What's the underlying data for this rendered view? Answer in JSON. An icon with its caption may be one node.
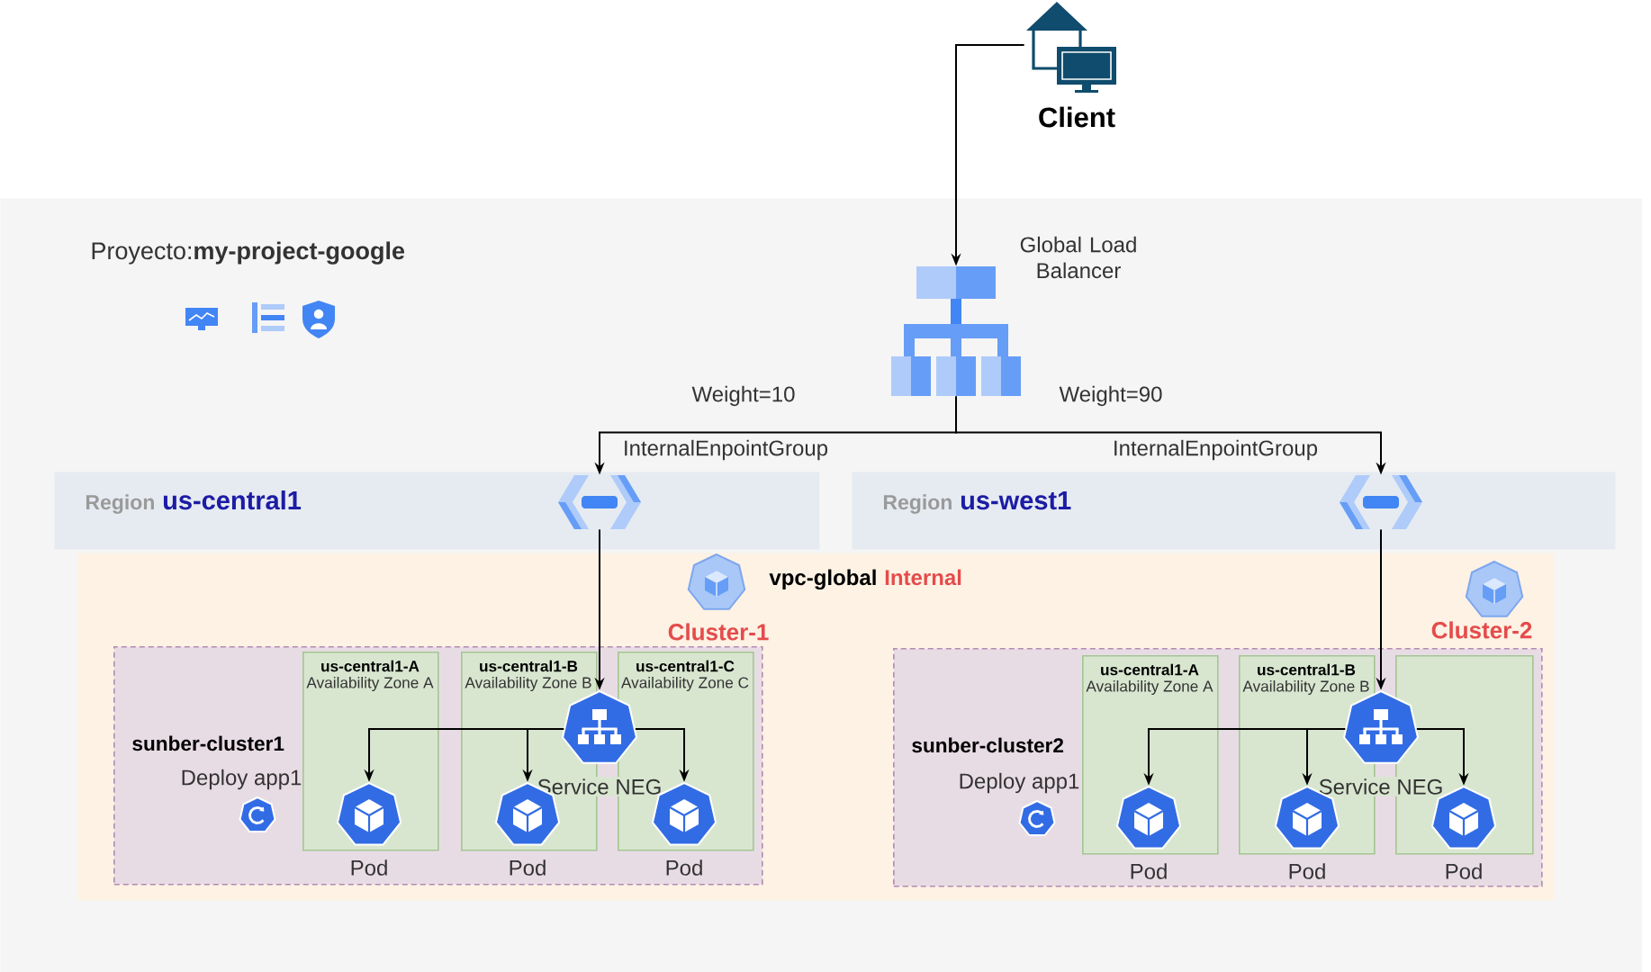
{
  "diagram": {
    "nodes": [
      {
        "text": [
          "Proyecto:**my-project-google**"
        ]
      },
      {
        "text": [],
        "shape": "picture",
        "beside": [
          "Client"
        ]
      },
      {
        "text": [],
        "shape": "picture",
        "beside": [
          "Global Load Balancer"
        ],
        "in": 0
      },
      {
        "text": [
          "Region",
          "us-central1"
        ],
        "in": 0
      },
      {
        "text": [],
        "shape": "picture",
        "beside": [
          "InternalEnpointGroup"
        ],
        "in": 3
      },
      {
        "text": [
          "Region",
          "us-west1"
        ],
        "in": 0
      },
      {
        "text": [],
        "shape": "picture",
        "beside": [
          "InternalEnpointGroup"
        ],
        "in": 5
      },
      {
        "text": [
          "vpc-global",
          "Internal"
        ],
        "in": 0
      },
      {
        "text": [],
        "shape": "picture",
        "beside": [
          "Cluster-1"
        ],
        "in": 7
      },
      {
        "text": [],
        "shape": "picture",
        "beside": [
          "Cluster-2"
        ],
        "in": 7
      },
      {
        "text": [
          "us-central1-A",
          "Availability Zone A"
        ],
        "in": 13
      },
      {
        "text": [
          "us-central1-B",
          "Availability Zone B"
        ],
        "in": 13
      },
      {
        "text": [
          "us-central1-C",
          "Availability Zone C"
        ],
        "in": 13
      },
      {
        "text": [
          "sunber-cluster1"
        ],
        "in": 7
      },
      {
        "text": [],
        "shape": "picture",
        "beside": [
          "Deploy app1"
        ],
        "in": 13
      },
      {
        "text": [
          "Service NEG"
        ],
        "in": 13
      },
      {
        "text": [],
        "shape": "picture",
        "beside": [
          "Pod"
        ],
        "in": 10
      },
      {
        "text": [],
        "shape": "picture",
        "beside": [
          "Pod"
        ],
        "in": 11
      },
      {
        "text": [],
        "shape": "picture",
        "beside": [
          "Pod"
        ],
        "in": 12
      },
      {
        "text": [
          "us-central1-A",
          "Availability Zone A"
        ],
        "in": 22
      },
      {
        "text": [
          "us-central1-B",
          "Availability Zone B"
        ],
        "in": 22
      },
      {
        "text": [],
        "shape": "box",
        "in": 22
      },
      {
        "text": [
          "sunber-cluster2"
        ],
        "in": 7
      },
      {
        "text": [],
        "shape": "picture",
        "beside": [
          "Deploy app1"
        ],
        "in": 22
      },
      {
        "text": [
          "Service NEG"
        ],
        "in": 22
      },
      {
        "text": [],
        "shape": "picture",
        "beside": [
          "Pod"
        ],
        "in": 19
      },
      {
        "text": [],
        "shape": "picture",
        "beside": [
          "Pod"
        ],
        "in": 20
      },
      {
        "text": [],
        "shape": "picture",
        "beside": [
          "Pod"
        ],
        "in": 21
      }
    ],
    "edges": [
      {
        "from": 1,
        "to": 2,
        "arrow": "to"
      },
      {
        "from": 2,
        "to": 4,
        "arrow": "to",
        "label": "Weight=10"
      },
      {
        "from": 2,
        "to": 6,
        "arrow": "to",
        "label": "Weight=90"
      },
      {
        "from": 4,
        "to": 15,
        "arrow": "to"
      },
      {
        "from": 6,
        "to": 24,
        "arrow": "to"
      },
      {
        "from": 15,
        "to": 16,
        "arrow": "to"
      },
      {
        "from": 15,
        "to": 17,
        "arrow": "to"
      },
      {
        "from": 15,
        "to": 18,
        "arrow": "to"
      },
      {
        "from": 24,
        "to": 25,
        "arrow": "to"
      },
      {
        "from": 24,
        "to": 26,
        "arrow": "to"
      },
      {
        "from": 24,
        "to": 27,
        "arrow": "to"
      }
    ]
  }
}
